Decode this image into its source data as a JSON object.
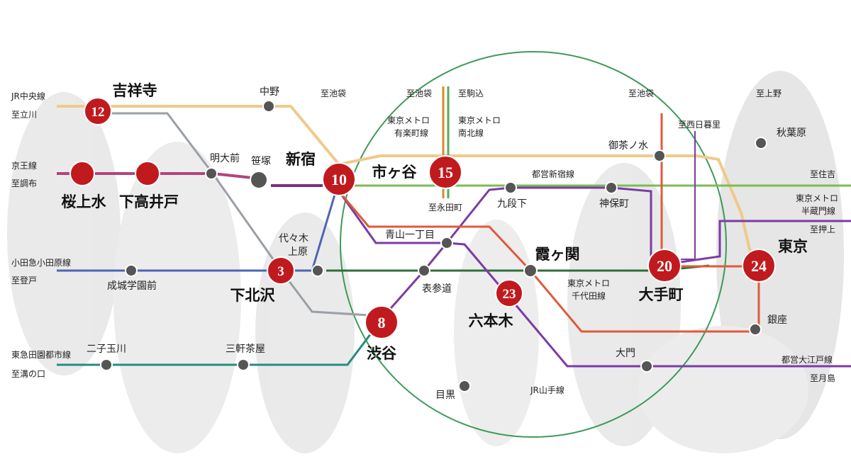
{
  "colors": {
    "jr_chuo": "#f0c98a",
    "keio": "#b0457a",
    "odakyu": "#4e64b4",
    "tokyu": "#2a8a80",
    "yamanote": "#3e9a5a",
    "yurakucho": "#d98a2e",
    "namboku": "#56ad5e",
    "shinjuku_line": "#7dbb54",
    "chiyoda": "#2f6f3a",
    "hanzomon": "#7b3ba5",
    "oedo": "#7b3ba5",
    "marunouchi": "#e05a3a",
    "hibiya": "#9aa0a6",
    "badge_red": "#c01a1e"
  },
  "badges": [
    {
      "id": "kichijoji",
      "number": "12"
    },
    {
      "id": "shinjuku",
      "number": "10"
    },
    {
      "id": "ichigaya",
      "number": "15"
    },
    {
      "id": "shimokitazawa",
      "number": "3"
    },
    {
      "id": "shibuya",
      "number": "8"
    },
    {
      "id": "roppongi",
      "number": "23"
    },
    {
      "id": "otemachi",
      "number": "20"
    },
    {
      "id": "tokyo",
      "number": "24"
    }
  ],
  "major_stations": {
    "kichijoji": "吉祥寺",
    "sakurajosui": "桜上水",
    "shimotakaido": "下高井戸",
    "shinjuku": "新宿",
    "ichigaya": "市ヶ谷",
    "shimokitazawa": "下北沢",
    "shibuya": "渋谷",
    "kasumigaseki": "霞ヶ関",
    "roppongi": "六本木",
    "otemachi": "大手町",
    "tokyo": "東京"
  },
  "stations": {
    "nakano": "中野",
    "meidaimae": "明大前",
    "sasazuka": "笹塚",
    "yoyogi_uehara_1": "代々木",
    "yoyogi_uehara_2": "上原",
    "seijo": "成城学園前",
    "futako": "二子玉川",
    "sangenjaya": "三軒茶屋",
    "aoyama": "青山一丁目",
    "omotesando": "表参道",
    "kudanshita": "九段下",
    "jimbocho": "神保町",
    "ochanomizu": "御茶ノ水",
    "akihabara": "秋葉原",
    "ginza": "銀座",
    "daimon": "大門",
    "meguro": "目黒"
  },
  "line_labels": {
    "jr_chuo": "JR中央線",
    "keio": "京王線",
    "odakyu": "小田急小田原線",
    "tokyu": "東急田園都市線",
    "yamanote": "JR山手線",
    "shinjuku_line": "都営新宿線",
    "yurakucho_1": "東京メトロ",
    "yurakucho_2": "有楽町線",
    "namboku_1": "東京メトロ",
    "namboku_2": "南北線",
    "chiyoda_1": "東京メトロ",
    "chiyoda_2": "千代田線",
    "hanzomon_1": "東京メトロ",
    "hanzomon_2": "半蔵門線",
    "oedo": "都営大江戸線"
  },
  "directions": {
    "tachikawa": "至立川",
    "chofu": "至調布",
    "noborito": "至登戸",
    "mizonokuchi": "至溝の口",
    "ikebukuro_1": "至池袋",
    "ikebukuro_2": "至池袋",
    "ikebukuro_3": "至池袋",
    "komagome": "至駒込",
    "nagatacho": "至永田町",
    "nishinippori": "至西日暮里",
    "ueno": "至上野",
    "sumiyoshi": "至住吉",
    "oshiage": "至押上",
    "tsukishima": "至月島"
  }
}
